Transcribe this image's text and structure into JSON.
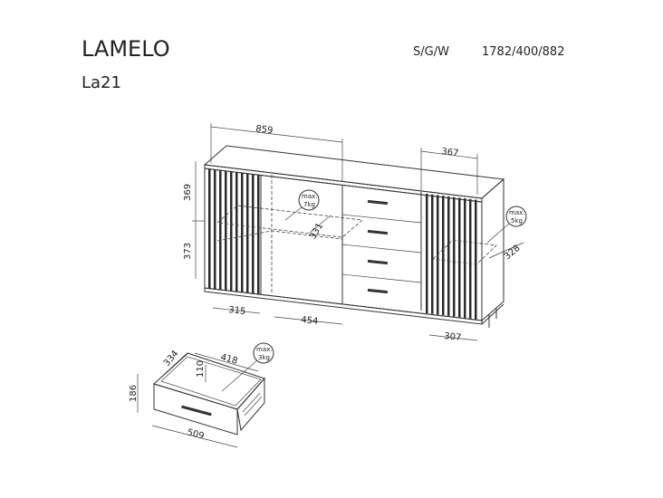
{
  "header": {
    "title": "LAMELO",
    "model": "La21",
    "finish_code": "S/G/W",
    "dimensions": "1782/400/882"
  },
  "cabinet_dims": {
    "width_left_section": "859",
    "width_right_section": "367",
    "height_upper": "369",
    "height_lower": "373",
    "shelf_depth_mid": "331",
    "shelf_depth_right": "328",
    "door_left": "315",
    "door_glass": "454",
    "door_right": "307"
  },
  "loads": {
    "shelf_mid": [
      "max.",
      "7kg"
    ],
    "shelf_right": [
      "max.",
      "5kg"
    ],
    "drawer": [
      "max.",
      "3kg"
    ]
  },
  "drawer_dims": {
    "depth": "334",
    "inner_width": "418",
    "inner_height": "110",
    "front_height": "186",
    "front_width": "509"
  }
}
